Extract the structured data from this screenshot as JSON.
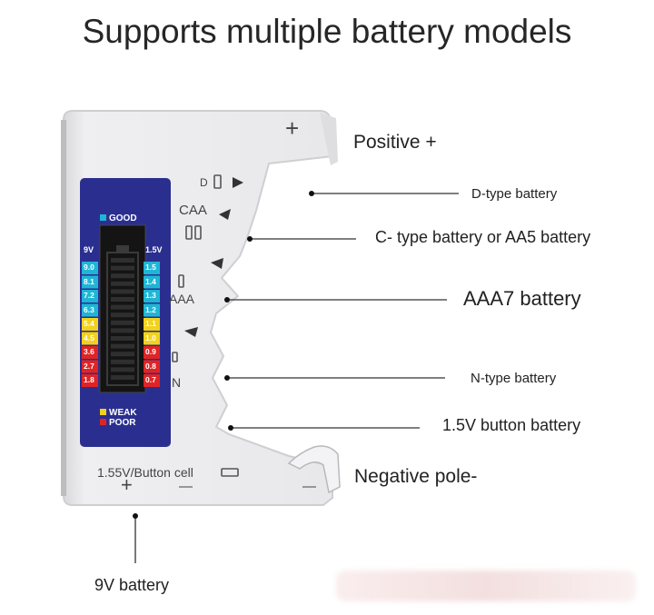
{
  "title": "Supports multiple battery models",
  "callouts": {
    "positive": "Positive +",
    "d_type": "D-type battery",
    "c_type": "C- type battery or AA5 battery",
    "aaa7": "AAA7 battery",
    "n_type": "N-type battery",
    "button": "1.5V button battery",
    "negative": "Negative pole-",
    "nine_volt": "9V battery"
  },
  "device": {
    "plus_top": "+",
    "slot_d": "D",
    "slot_caa": "CAA",
    "slot_aaa": "AAA",
    "slot_n": "N",
    "bottom_label": "1.55V/Button cell",
    "bottom_plus": "+",
    "bottom_minus": "—",
    "right_minus": "—"
  },
  "meter": {
    "good_label": "GOOD",
    "weak_label": "WEAK",
    "poor_label": "POOR",
    "left_header": "9V",
    "right_header": "1.5V",
    "left_scale": [
      "9.0",
      "8.1",
      "7.2",
      "6.3",
      "5.4",
      "4.5",
      "3.6",
      "2.7",
      "1.8"
    ],
    "right_scale": [
      "1.5",
      "1.4",
      "1.3",
      "1.2",
      "1.1",
      "1.0",
      "0.9",
      "0.8",
      "0.7"
    ],
    "colors": {
      "good": "#1fb6d6",
      "weak": "#f2d21c",
      "poor": "#e02424",
      "panel": "#2a2f8f"
    }
  }
}
